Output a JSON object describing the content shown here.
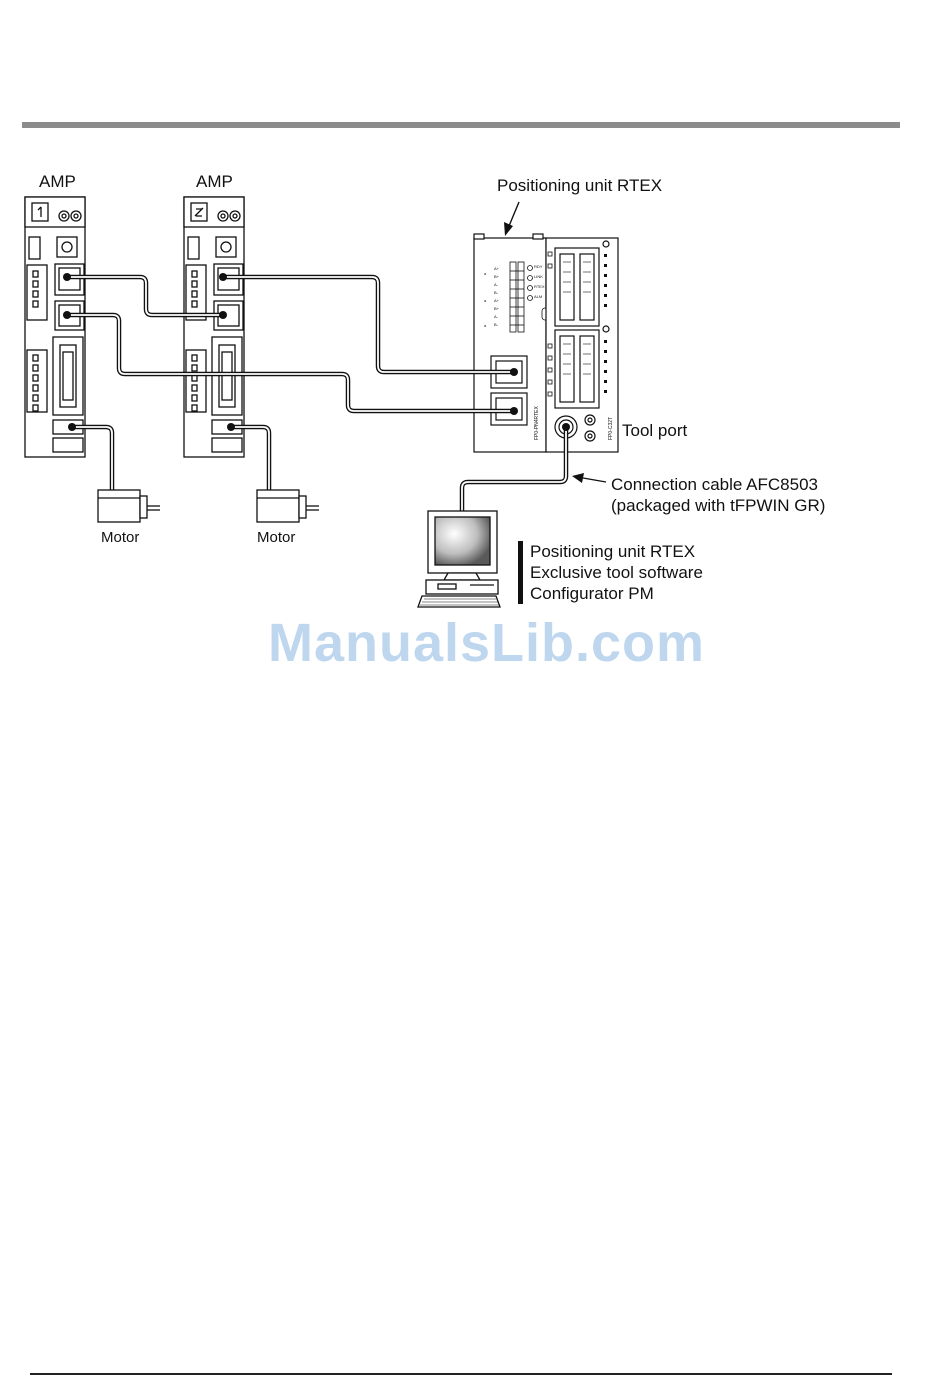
{
  "amp_labels": [
    "AMP",
    "AMP"
  ],
  "motor_labels": [
    "Motor",
    "Motor"
  ],
  "positioning_unit_label": "Positioning unit RTEX",
  "tool_port_label": "Tool port",
  "connection_cable": {
    "line1": "Connection cable AFC8503",
    "line2": "(packaged with tFPWIN GR)"
  },
  "software_label": {
    "line1": "Positioning unit RTEX",
    "line2": "Exclusive tool software",
    "line3": "Configurator PM"
  },
  "watermark": "ManualsLib.com",
  "colors": {
    "rule": "#8c8c8c",
    "line": "#111111",
    "watermark": "#bfd7ee"
  }
}
